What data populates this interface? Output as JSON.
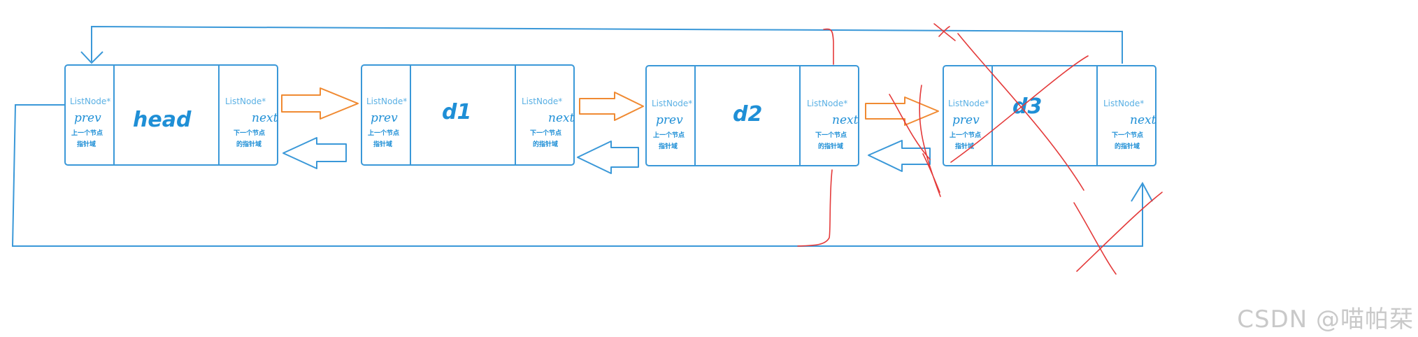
{
  "diagram": {
    "colors": {
      "node_border": "#3a98d8",
      "link_blue": "#3a98d8",
      "next_arrow": "#f08a32",
      "prev_arrow": "#3a98d8",
      "cross_red": "#e43a3a",
      "text_blue": "#1f8fd6"
    },
    "nodes": [
      {
        "name": "head",
        "type_prefix": "ListNode*",
        "type_next": "ListNode*",
        "prev": "prev",
        "prev_desc_1": "上一个节点",
        "prev_desc_2": "指针域",
        "next": "next",
        "next_desc_1": "下一个节点",
        "next_desc_2": "的指针域"
      },
      {
        "name": "d1",
        "type_prefix": "ListNode*",
        "type_next": "ListNode*",
        "prev": "prev",
        "prev_desc_1": "上一个节点",
        "prev_desc_2": "指针域",
        "next": "next",
        "next_desc_1": "下一个节点",
        "next_desc_2": "的指针域"
      },
      {
        "name": "d2",
        "type_prefix": "ListNode*",
        "type_next": "ListNode*",
        "prev": "prev",
        "prev_desc_1": "上一个节点",
        "prev_desc_2": "指针域",
        "next": "next",
        "next_desc_1": "下一个节点",
        "next_desc_2": "的指针域"
      },
      {
        "name": "d3",
        "type_prefix": "ListNode*",
        "type_next": "ListNode*",
        "prev": "prev",
        "prev_desc_1": "上一个节点",
        "prev_desc_2": "指针域",
        "next": "next",
        "next_desc_1": "下一个节点",
        "next_desc_2": "的指针域"
      }
    ],
    "deleted_node": "d3"
  },
  "watermark": "CSDN @喵帕栞"
}
